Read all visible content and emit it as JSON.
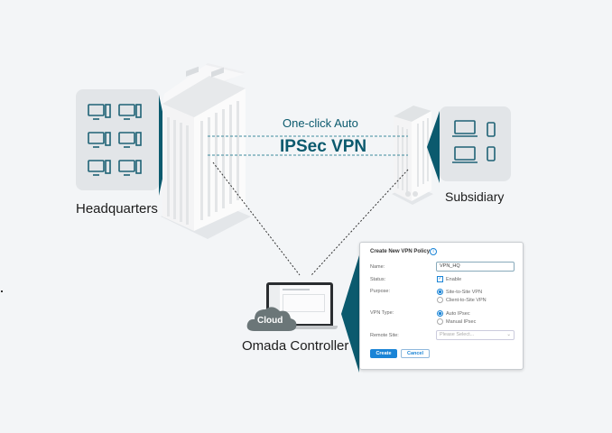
{
  "vpn": {
    "subtitle": "One-click Auto",
    "title": "IPSec VPN"
  },
  "sites": {
    "headquarters": "Headquarters",
    "subsidiary": "Subsidiary",
    "controller": "Omada Controller",
    "cloud": "Cloud"
  },
  "dialog": {
    "title": "Create New VPN Policy",
    "info_icon": "info-icon",
    "fields": {
      "name_label": "Name:",
      "name_value": "VPN_HQ",
      "status_label": "Status:",
      "status_option": "Enable",
      "status_checked": true,
      "purpose_label": "Purpose:",
      "purpose_options": [
        "Site-to-Site VPN",
        "Client-to-Site VPN"
      ],
      "purpose_selected": "Site-to-Site VPN",
      "vpn_type_label": "VPN Type:",
      "vpn_type_options": [
        "Auto IPsec",
        "Manual IPsec"
      ],
      "vpn_type_selected": "Auto IPsec",
      "remote_site_label": "Remote Site:",
      "remote_site_placeholder": "Please Select..."
    },
    "create_label": "Create",
    "cancel_label": "Cancel"
  },
  "colors": {
    "accent": "#0b5a6e",
    "panel": "#e2e5e8",
    "background": "#f3f5f7",
    "primary_button": "#1a84d6"
  }
}
